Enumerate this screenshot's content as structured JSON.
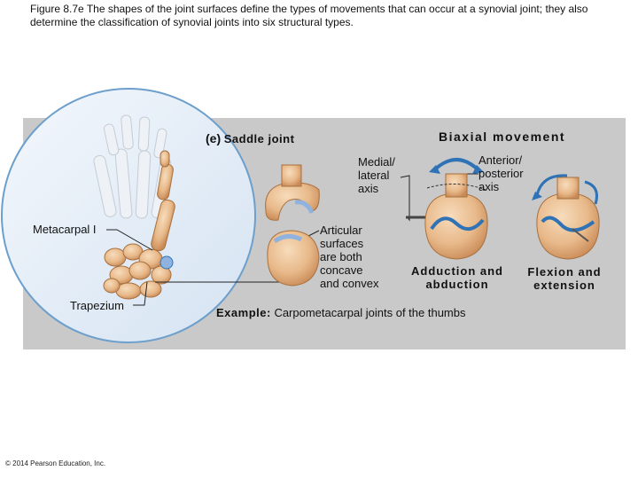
{
  "caption": "Figure 8.7e The shapes of the joint surfaces define the types of movements that can occur at a synovial joint; they also determine the classification of synovial joints into six structural types.",
  "figure": {
    "panel_letter": "(e)",
    "panel_title": "Saddle joint",
    "biaxial_heading": "Biaxial movement",
    "medial_lateral_axis": [
      "Medial/",
      "lateral",
      "axis"
    ],
    "anterior_posterior_axis": [
      "Anterior/",
      "posterior",
      "axis"
    ],
    "metacarpal_label": "Metacarpal I",
    "trapezium_label": "Trapezium",
    "articular_note": [
      "Articular",
      "surfaces",
      "are both",
      "concave",
      "and convex"
    ],
    "adduction_abduction": [
      "Adduction and",
      "abduction"
    ],
    "flexion_extension": [
      "Flexion and",
      "extension"
    ],
    "example_label": "Example:",
    "example_text": "Carpometacarpal joints of the thumbs"
  },
  "colors": {
    "panel_bg": "#c9c9c9",
    "circle_fill": "#dfe9f4",
    "circle_stroke": "#6d9fcc",
    "bone": "#e8b98a",
    "bone_shade": "#c98a57",
    "cartilage": "#8fb2de",
    "arrow_blue": "#2f72b5"
  },
  "copyright": "© 2014 Pearson Education, Inc."
}
